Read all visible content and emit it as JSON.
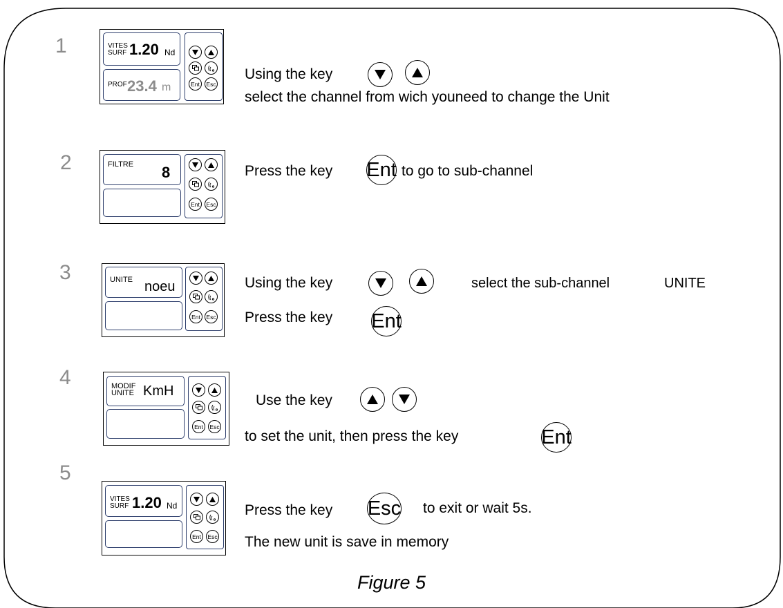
{
  "steps": [
    {
      "number": "1",
      "device": {
        "top": {
          "label": [
            "VITES",
            "SURF"
          ],
          "value": "1.20",
          "unit": "Nd"
        },
        "bottom": {
          "label": [
            "PROF"
          ],
          "value": "23.4",
          "unit": "m"
        }
      },
      "lines": [
        {
          "text": "Using the key",
          "keys": [
            "down-arrow",
            "up-arrow"
          ]
        },
        {
          "text": "select the channel from wich youneed to change the Unit"
        }
      ]
    },
    {
      "number": "2",
      "device": {
        "top": {
          "label": [
            "FILTRE"
          ],
          "value": "8"
        }
      },
      "lines": [
        {
          "before": "Press the key",
          "key": "Ent",
          "after": "to go to sub-channel"
        }
      ]
    },
    {
      "number": "3",
      "device": {
        "top": {
          "label": [
            "UNITE"
          ],
          "value": "noeu"
        }
      },
      "lines": [
        {
          "text": "Using the key",
          "keys": [
            "down-arrow",
            "up-arrow"
          ],
          "after": "select the sub-channel",
          "emphasis": "UNITE"
        },
        {
          "before": "Press the key",
          "key": "Ent"
        }
      ]
    },
    {
      "number": "4",
      "device": {
        "top": {
          "label": [
            "MODIF",
            "UNITE"
          ],
          "value": "KmH"
        }
      },
      "lines": [
        {
          "text": "Use the key",
          "keys": [
            "up-arrow",
            "down-arrow"
          ]
        },
        {
          "before": "to set the unit, then press the key",
          "key": "Ent"
        }
      ]
    },
    {
      "number": "5",
      "device": {
        "top": {
          "label": [
            "VITES",
            "SURF"
          ],
          "value": "1.20",
          "unit": "Nd"
        }
      },
      "lines": [
        {
          "before": "Press the key",
          "key": "Esc",
          "after": "to exit or wait 5s."
        },
        {
          "text": "The new unit is save in memory"
        }
      ]
    }
  ],
  "keypad": {
    "ent_label": "Ent",
    "esc_label": "Esc"
  },
  "caption": "Figure 5",
  "colors": {
    "step_number": "#8c8c8c",
    "lcd_border": "#2c3d6b",
    "frame": "#000000"
  }
}
